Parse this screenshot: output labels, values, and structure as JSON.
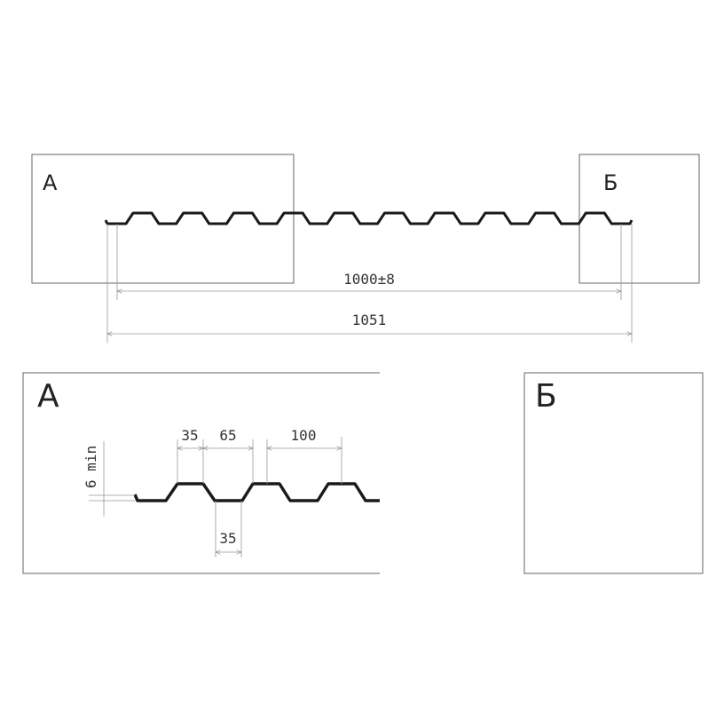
{
  "overview": {
    "label_a": "А",
    "label_b": "Б",
    "dim_pitch_total": "1000±8",
    "dim_overall": "1051",
    "rib_count": 10
  },
  "detail_a": {
    "label": "А",
    "dim_top_width": "35",
    "dim_slope_gap": "65",
    "dim_pitch": "100",
    "dim_bottom_width": "35",
    "dim_height": "6 min"
  },
  "detail_b": {
    "label": "Б"
  },
  "colors": {
    "profile": "#1a1a1a",
    "lines": "#999999"
  }
}
